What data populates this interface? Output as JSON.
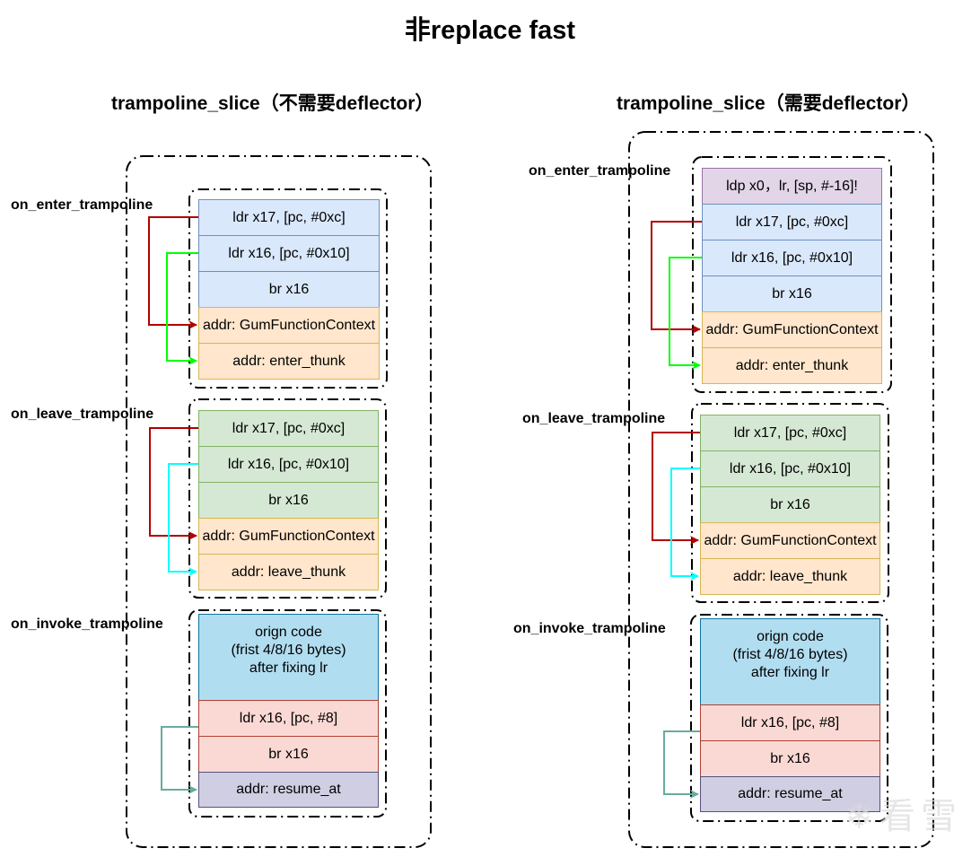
{
  "title": "非replace fast",
  "left": {
    "subtitle": "trampoline_slice（不需要deflector）",
    "enter": {
      "label": "on_enter_trampoline",
      "cells": [
        "ldr x17, [pc, #0xc]",
        "ldr x16, [pc, #0x10]",
        "br x16",
        "addr: GumFunctionContext",
        "addr: enter_thunk"
      ]
    },
    "leave": {
      "label": "on_leave_trampoline",
      "cells": [
        "ldr x17, [pc, #0xc]",
        "ldr x16, [pc, #0x10]",
        "br x16",
        "addr: GumFunctionContext",
        "addr: leave_thunk"
      ]
    },
    "invoke": {
      "label": "on_invoke_trampoline",
      "cells": [
        "orign code\n(frist 4/8/16 bytes)\nafter fixing lr",
        "ldr x16, [pc, #8]",
        "br x16",
        "addr: resume_at"
      ]
    }
  },
  "right": {
    "subtitle": "trampoline_slice（需要deflector）",
    "enter": {
      "label": "on_enter_trampoline",
      "cells": [
        "ldp x0，lr, [sp, #-16]!",
        "ldr x17, [pc, #0xc]",
        "ldr x16, [pc, #0x10]",
        "br x16",
        "addr: GumFunctionContext",
        "addr: enter_thunk"
      ]
    },
    "leave": {
      "label": "on_leave_trampoline",
      "cells": [
        "ldr x17, [pc, #0xc]",
        "ldr x16, [pc, #0x10]",
        "br x16",
        "addr: GumFunctionContext",
        "addr: leave_thunk"
      ]
    },
    "invoke": {
      "label": "on_invoke_trampoline",
      "cells": [
        "orign code\n(frist 4/8/16 bytes)\nafter fixing lr",
        "ldr x16, [pc, #8]",
        "br x16",
        "addr: resume_at"
      ]
    }
  },
  "colors": {
    "arrow_context": "#b20000",
    "arrow_enter": "#00ff00",
    "arrow_leave": "#00ffff",
    "arrow_resume": "#67ab9f"
  },
  "watermark": "看雪"
}
